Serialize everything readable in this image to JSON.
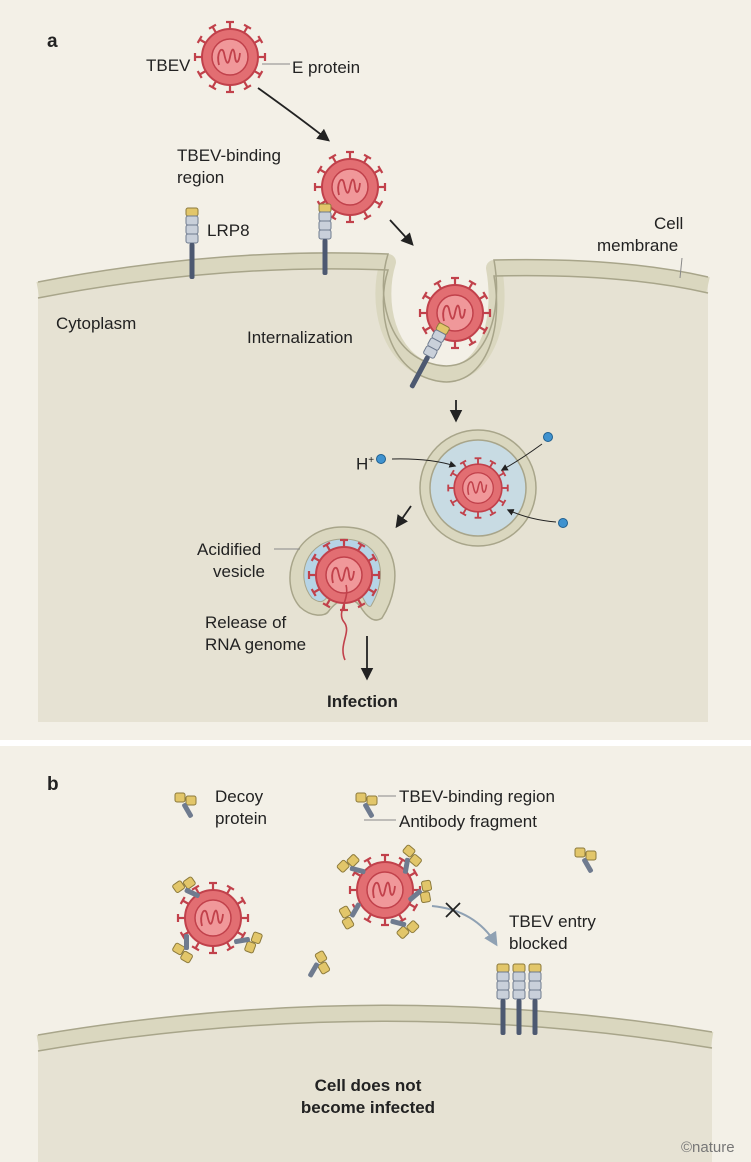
{
  "panel_a": {
    "letter": "a",
    "tbev": "TBEV",
    "e_protein": "E protein",
    "binding_region_1": "TBEV-binding",
    "binding_region_2": "region",
    "lrp8": "LRP8",
    "cell_membrane_1": "Cell",
    "cell_membrane_2": "membrane",
    "cytoplasm": "Cytoplasm",
    "internalization": "Internalization",
    "h_plus": "H",
    "h_plus_sup": "+",
    "acidified_1": "Acidified",
    "acidified_2": "vesicle",
    "release_1": "Release of",
    "release_2": "RNA genome",
    "infection": "Infection"
  },
  "panel_b": {
    "letter": "b",
    "decoy_1": "Decoy",
    "decoy_2": "protein",
    "binding_region": "TBEV-binding region",
    "antibody_fragment": "Antibody fragment",
    "entry_blocked_1": "TBEV entry",
    "entry_blocked_2": "blocked",
    "not_infected_1": "Cell does not",
    "not_infected_2": "become infected"
  },
  "credit": "©nature",
  "colors": {
    "background": "#f3f0e7",
    "cytoplasm": "#e6e2d3",
    "membrane_fill": "#dad7bf",
    "membrane_stroke": "#a8a58a",
    "virus_red": "#e26e72",
    "virus_dark": "#c1414b",
    "vesicle_blue": "#b6d4e6",
    "proton_blue": "#3f92cf",
    "antibody_yellow": "#e2c66a",
    "receptor_grey": "#a9b4c4",
    "receptor_dark": "#4d5971"
  }
}
